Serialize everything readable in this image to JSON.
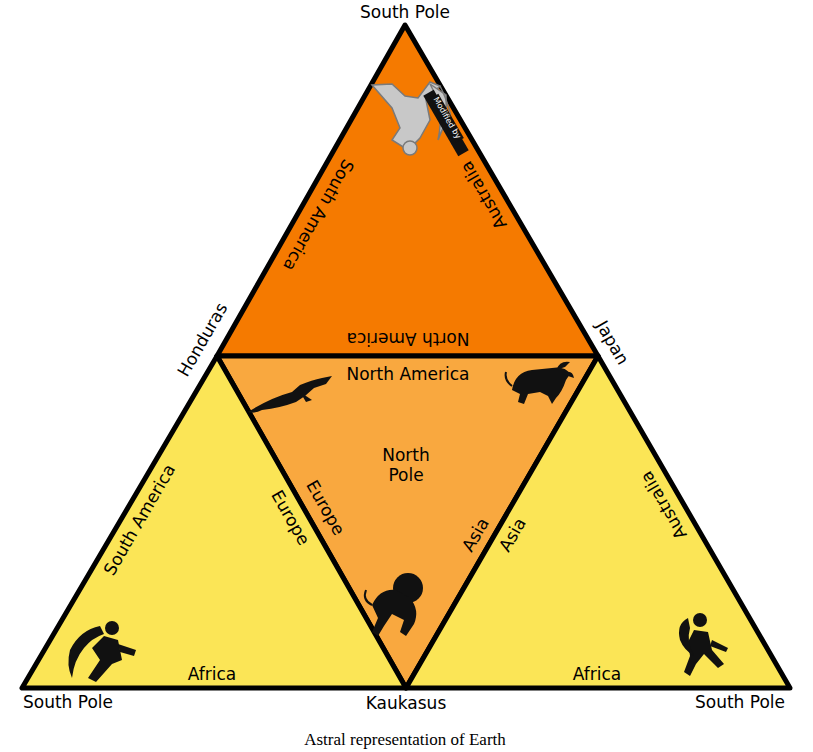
{
  "diagram": {
    "caption": "Astral representation of Earth",
    "nodes": [
      {
        "text": [
          "South America",
          "Australia",
          "North America"
        ]
      },
      {
        "text": [
          "North America",
          "Europe",
          "Asia",
          "North Pole"
        ]
      },
      {
        "text": [
          "South America",
          "Europe",
          "Africa"
        ]
      },
      {
        "text": [
          "Asia",
          "Australia",
          "Africa"
        ]
      }
    ],
    "labels": [
      "South Pole",
      "Modified by",
      "Honduras",
      "Japan",
      "South Pole",
      "Kaukasus",
      "South Pole"
    ]
  }
}
